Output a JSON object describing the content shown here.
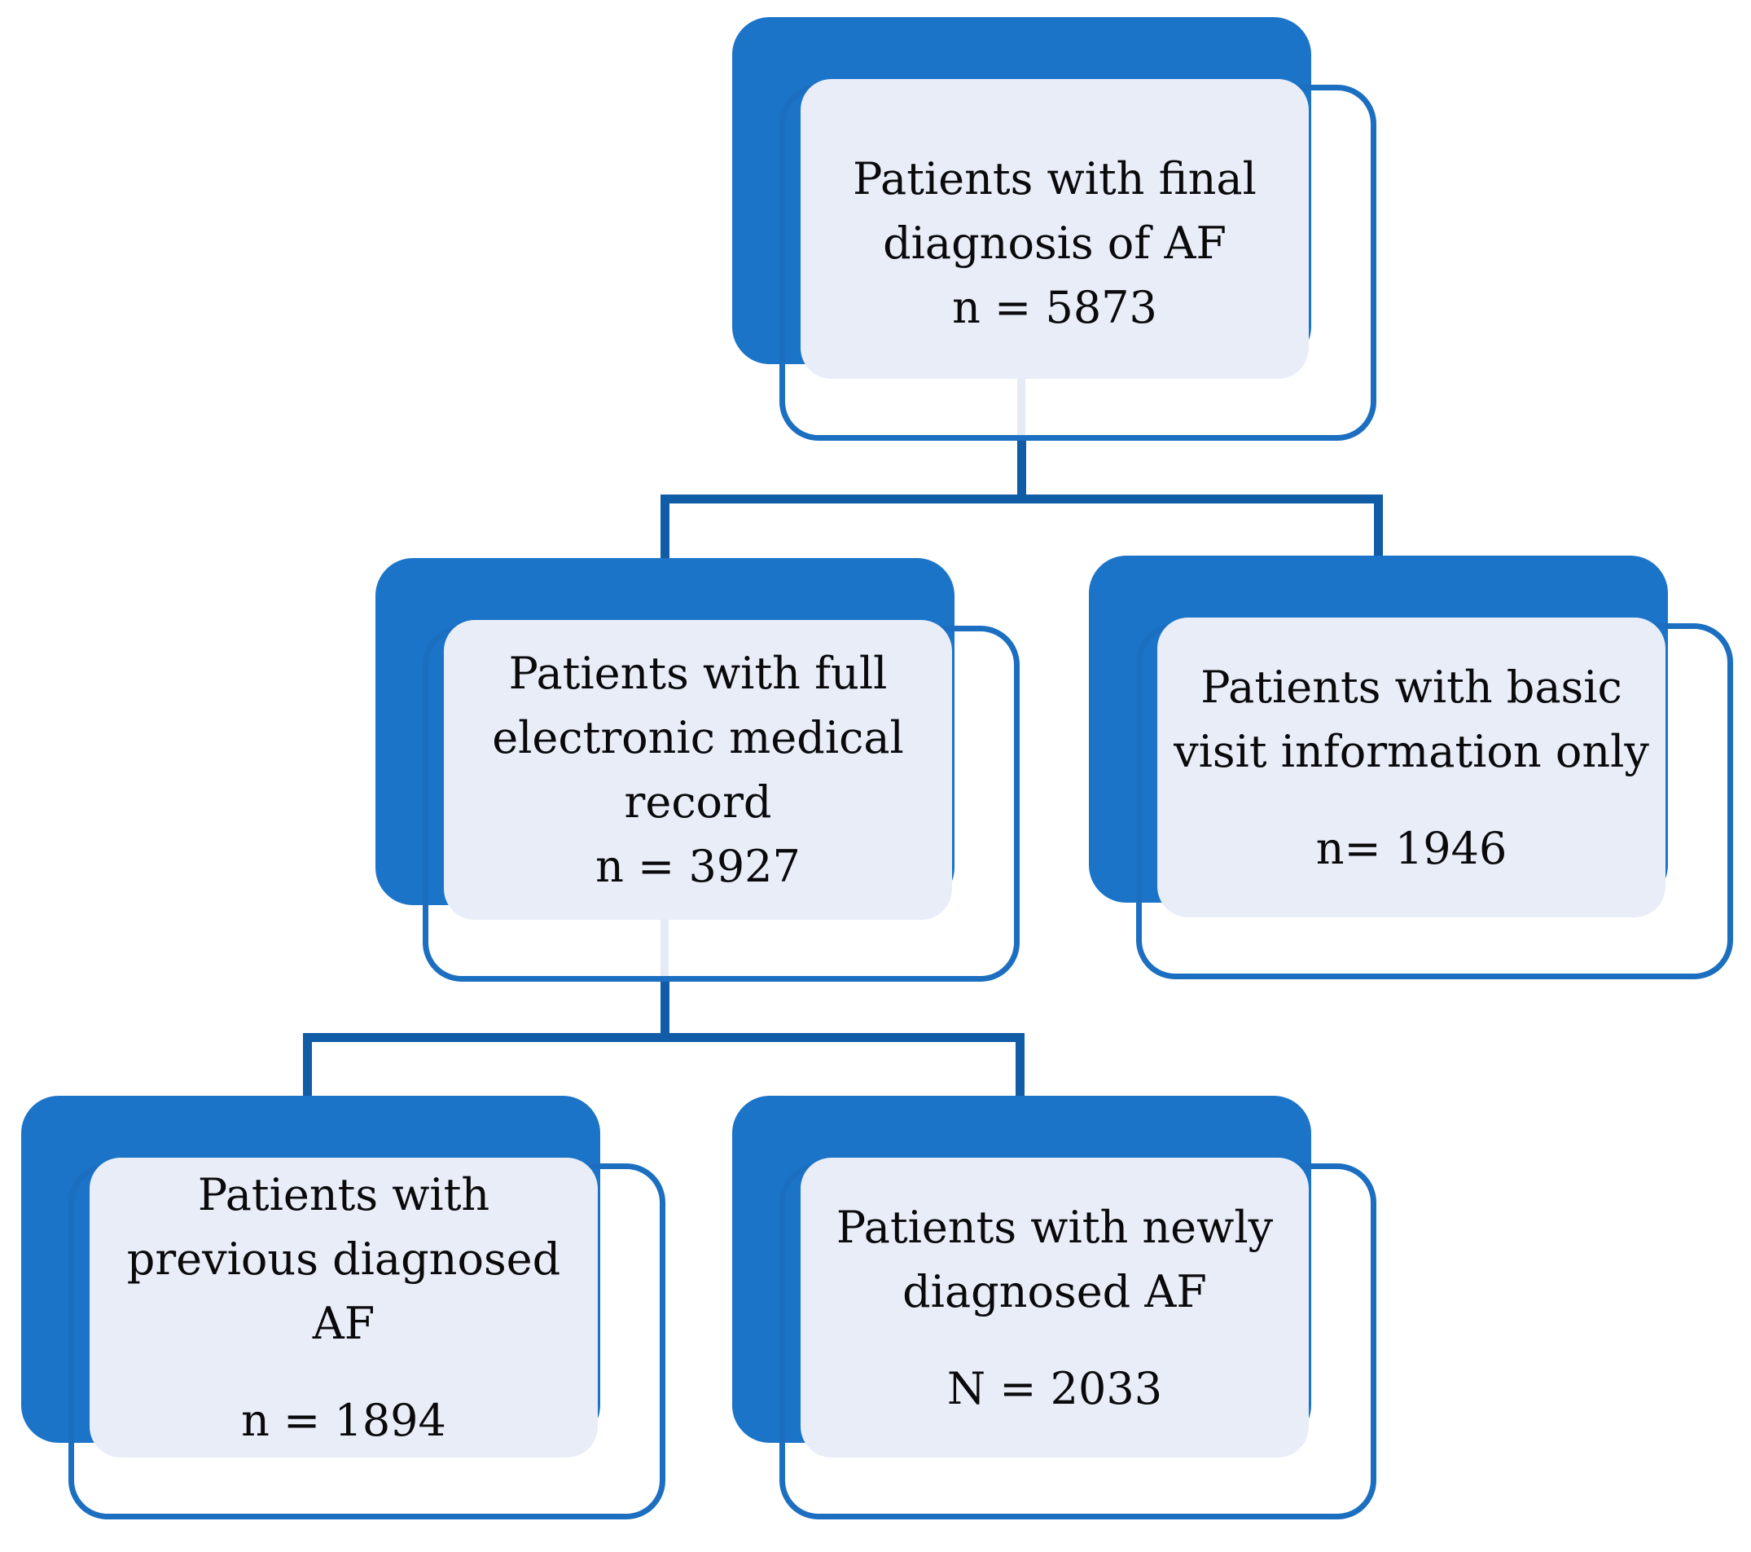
{
  "diagram": {
    "type": "flowchart",
    "description": "Patient selection flow for atrial fibrillation (AF) study",
    "nodes": [
      {
        "id": "final-af",
        "lines": [
          "Patients with final",
          "diagnosis of AF"
        ],
        "count": "n = 5873"
      },
      {
        "id": "full-emr",
        "lines": [
          "Patients with full",
          "electronic medical",
          "record"
        ],
        "count": "n = 3927"
      },
      {
        "id": "basic-visit",
        "lines": [
          "Patients with basic",
          "visit information only"
        ],
        "count": "n= 1946"
      },
      {
        "id": "previous-af",
        "lines": [
          "Patients with",
          "previous diagnosed",
          "AF"
        ],
        "count": "n = 1894"
      },
      {
        "id": "newly-af",
        "lines": [
          "Patients with newly",
          "diagnosed AF"
        ],
        "count": "N = 2033"
      }
    ],
    "edges": [
      {
        "from": "final-af",
        "to": "full-emr"
      },
      {
        "from": "final-af",
        "to": "basic-visit"
      },
      {
        "from": "full-emr",
        "to": "previous-af"
      },
      {
        "from": "full-emr",
        "to": "newly-af"
      }
    ]
  },
  "colors": {
    "shape_fill_blue": "#1B74C8",
    "shape_outline_blue": "#1C6FC0",
    "card_fill_lavender": "#E9EDF8",
    "connector_blue": "#115CA6",
    "connector_faint": "#E4EAF6",
    "text": "#0A0A0C",
    "background": "#FFFFFF"
  }
}
